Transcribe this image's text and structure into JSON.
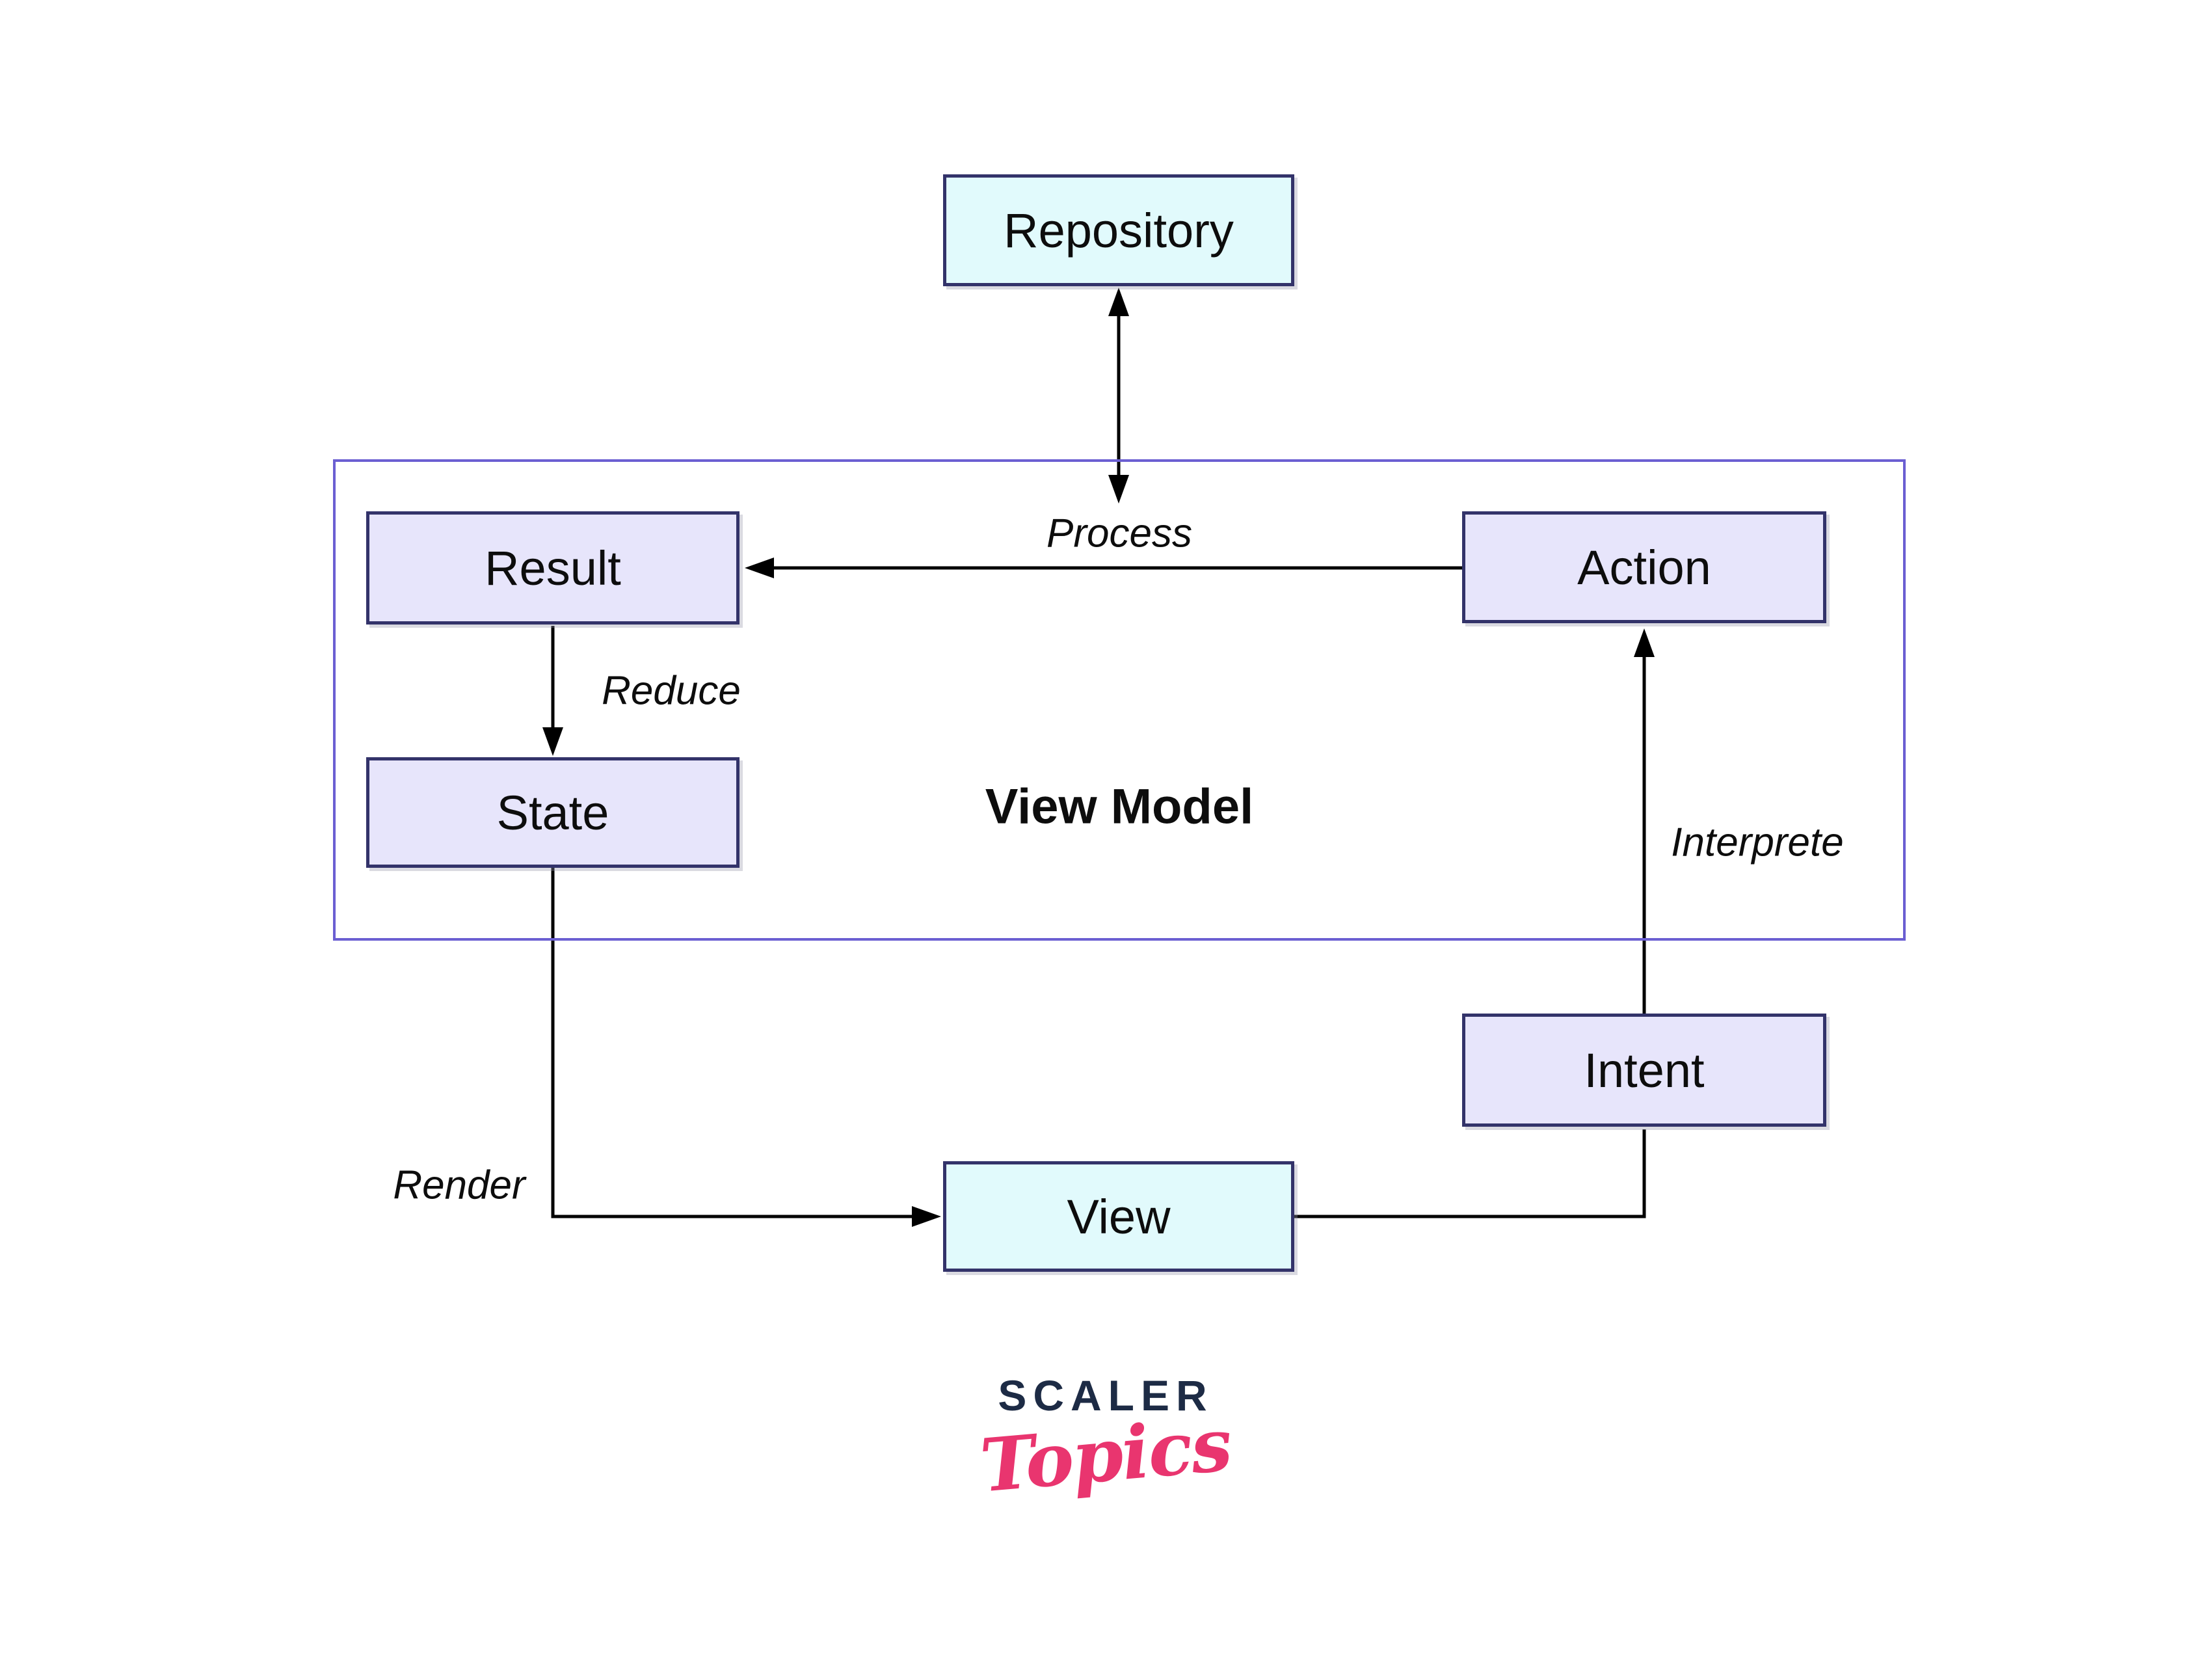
{
  "diagram": {
    "nodes": {
      "repository": "Repository",
      "result": "Result",
      "action": "Action",
      "state": "State",
      "intent": "Intent",
      "view": "View"
    },
    "container_label": "View Model",
    "edge_labels": {
      "process": "Process",
      "reduce": "Reduce",
      "interprete": "Interprete",
      "render": "Render"
    }
  },
  "logo": {
    "primary": "SCALER",
    "secondary": "Topics"
  },
  "colors": {
    "cyan_fill": "#e1fafc",
    "lavender_fill": "#e7e5fb",
    "node_border": "#33336a",
    "container_border": "#6b5fd2",
    "arrow": "#000000",
    "text": "#0d0d0d",
    "logo_navy": "#1d2b45",
    "logo_pink": "#e9356f",
    "background": "#ffffff"
  }
}
